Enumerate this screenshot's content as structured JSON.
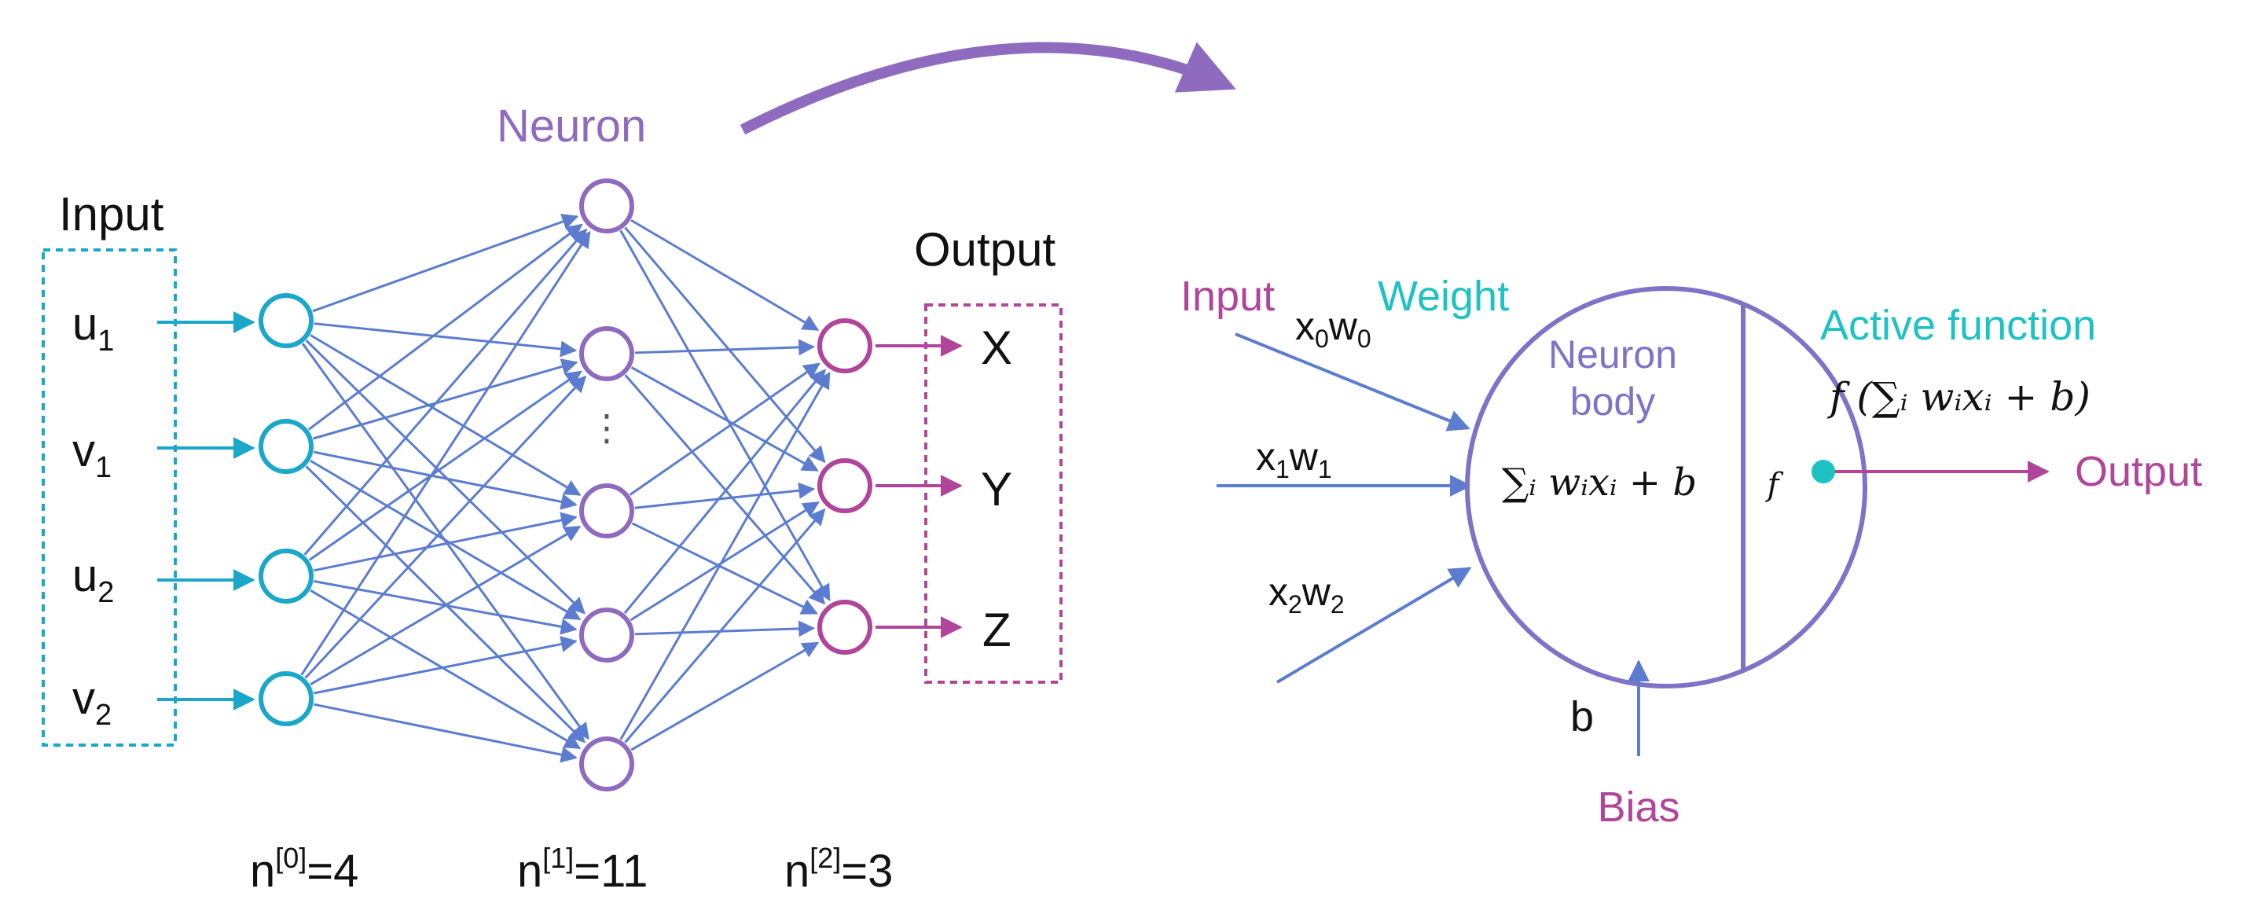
{
  "colors": {
    "cyan": "#1aa7c9",
    "purple": "#8f6bc0",
    "magenta": "#b0459a",
    "blue": "#5b7ccf",
    "neuron_body": "#7f73c8",
    "teal": "#1fc2c2",
    "text": "#111111"
  },
  "network": {
    "title": "Neuron",
    "input_label": "Input",
    "output_label": "Output",
    "inputs": [
      {
        "base": "u",
        "sub": "1"
      },
      {
        "base": "v",
        "sub": "1"
      },
      {
        "base": "u",
        "sub": "2"
      },
      {
        "base": "v",
        "sub": "2"
      }
    ],
    "outputs": [
      "X",
      "Y",
      "Z"
    ],
    "hidden_ellipsis": "⋮",
    "layer_sizes": [
      {
        "base": "n",
        "sup": "[0]",
        "rest": "=4"
      },
      {
        "base": "n",
        "sup": "[1]",
        "rest": "=11"
      },
      {
        "base": "n",
        "sup": "[2]",
        "rest": "=3"
      }
    ]
  },
  "neuron": {
    "input_label": "Input",
    "weight_label": "Weight",
    "weighted_inputs": [
      {
        "x": "x",
        "xs": "0",
        "w": "w",
        "ws": "0"
      },
      {
        "x": "x",
        "xs": "1",
        "w": "w",
        "ws": "1"
      },
      {
        "x": "x",
        "xs": "2",
        "w": "w",
        "ws": "2"
      }
    ],
    "body_label_1": "Neuron",
    "body_label_2": "body",
    "sum_formula": "∑ᵢ wᵢxᵢ + b",
    "f_symbol": "f",
    "activation_label": "Active function",
    "activation_formula": "f (∑ᵢ wᵢxᵢ + b)",
    "output_label": "Output",
    "bias_symbol": "b",
    "bias_label": "Bias"
  }
}
